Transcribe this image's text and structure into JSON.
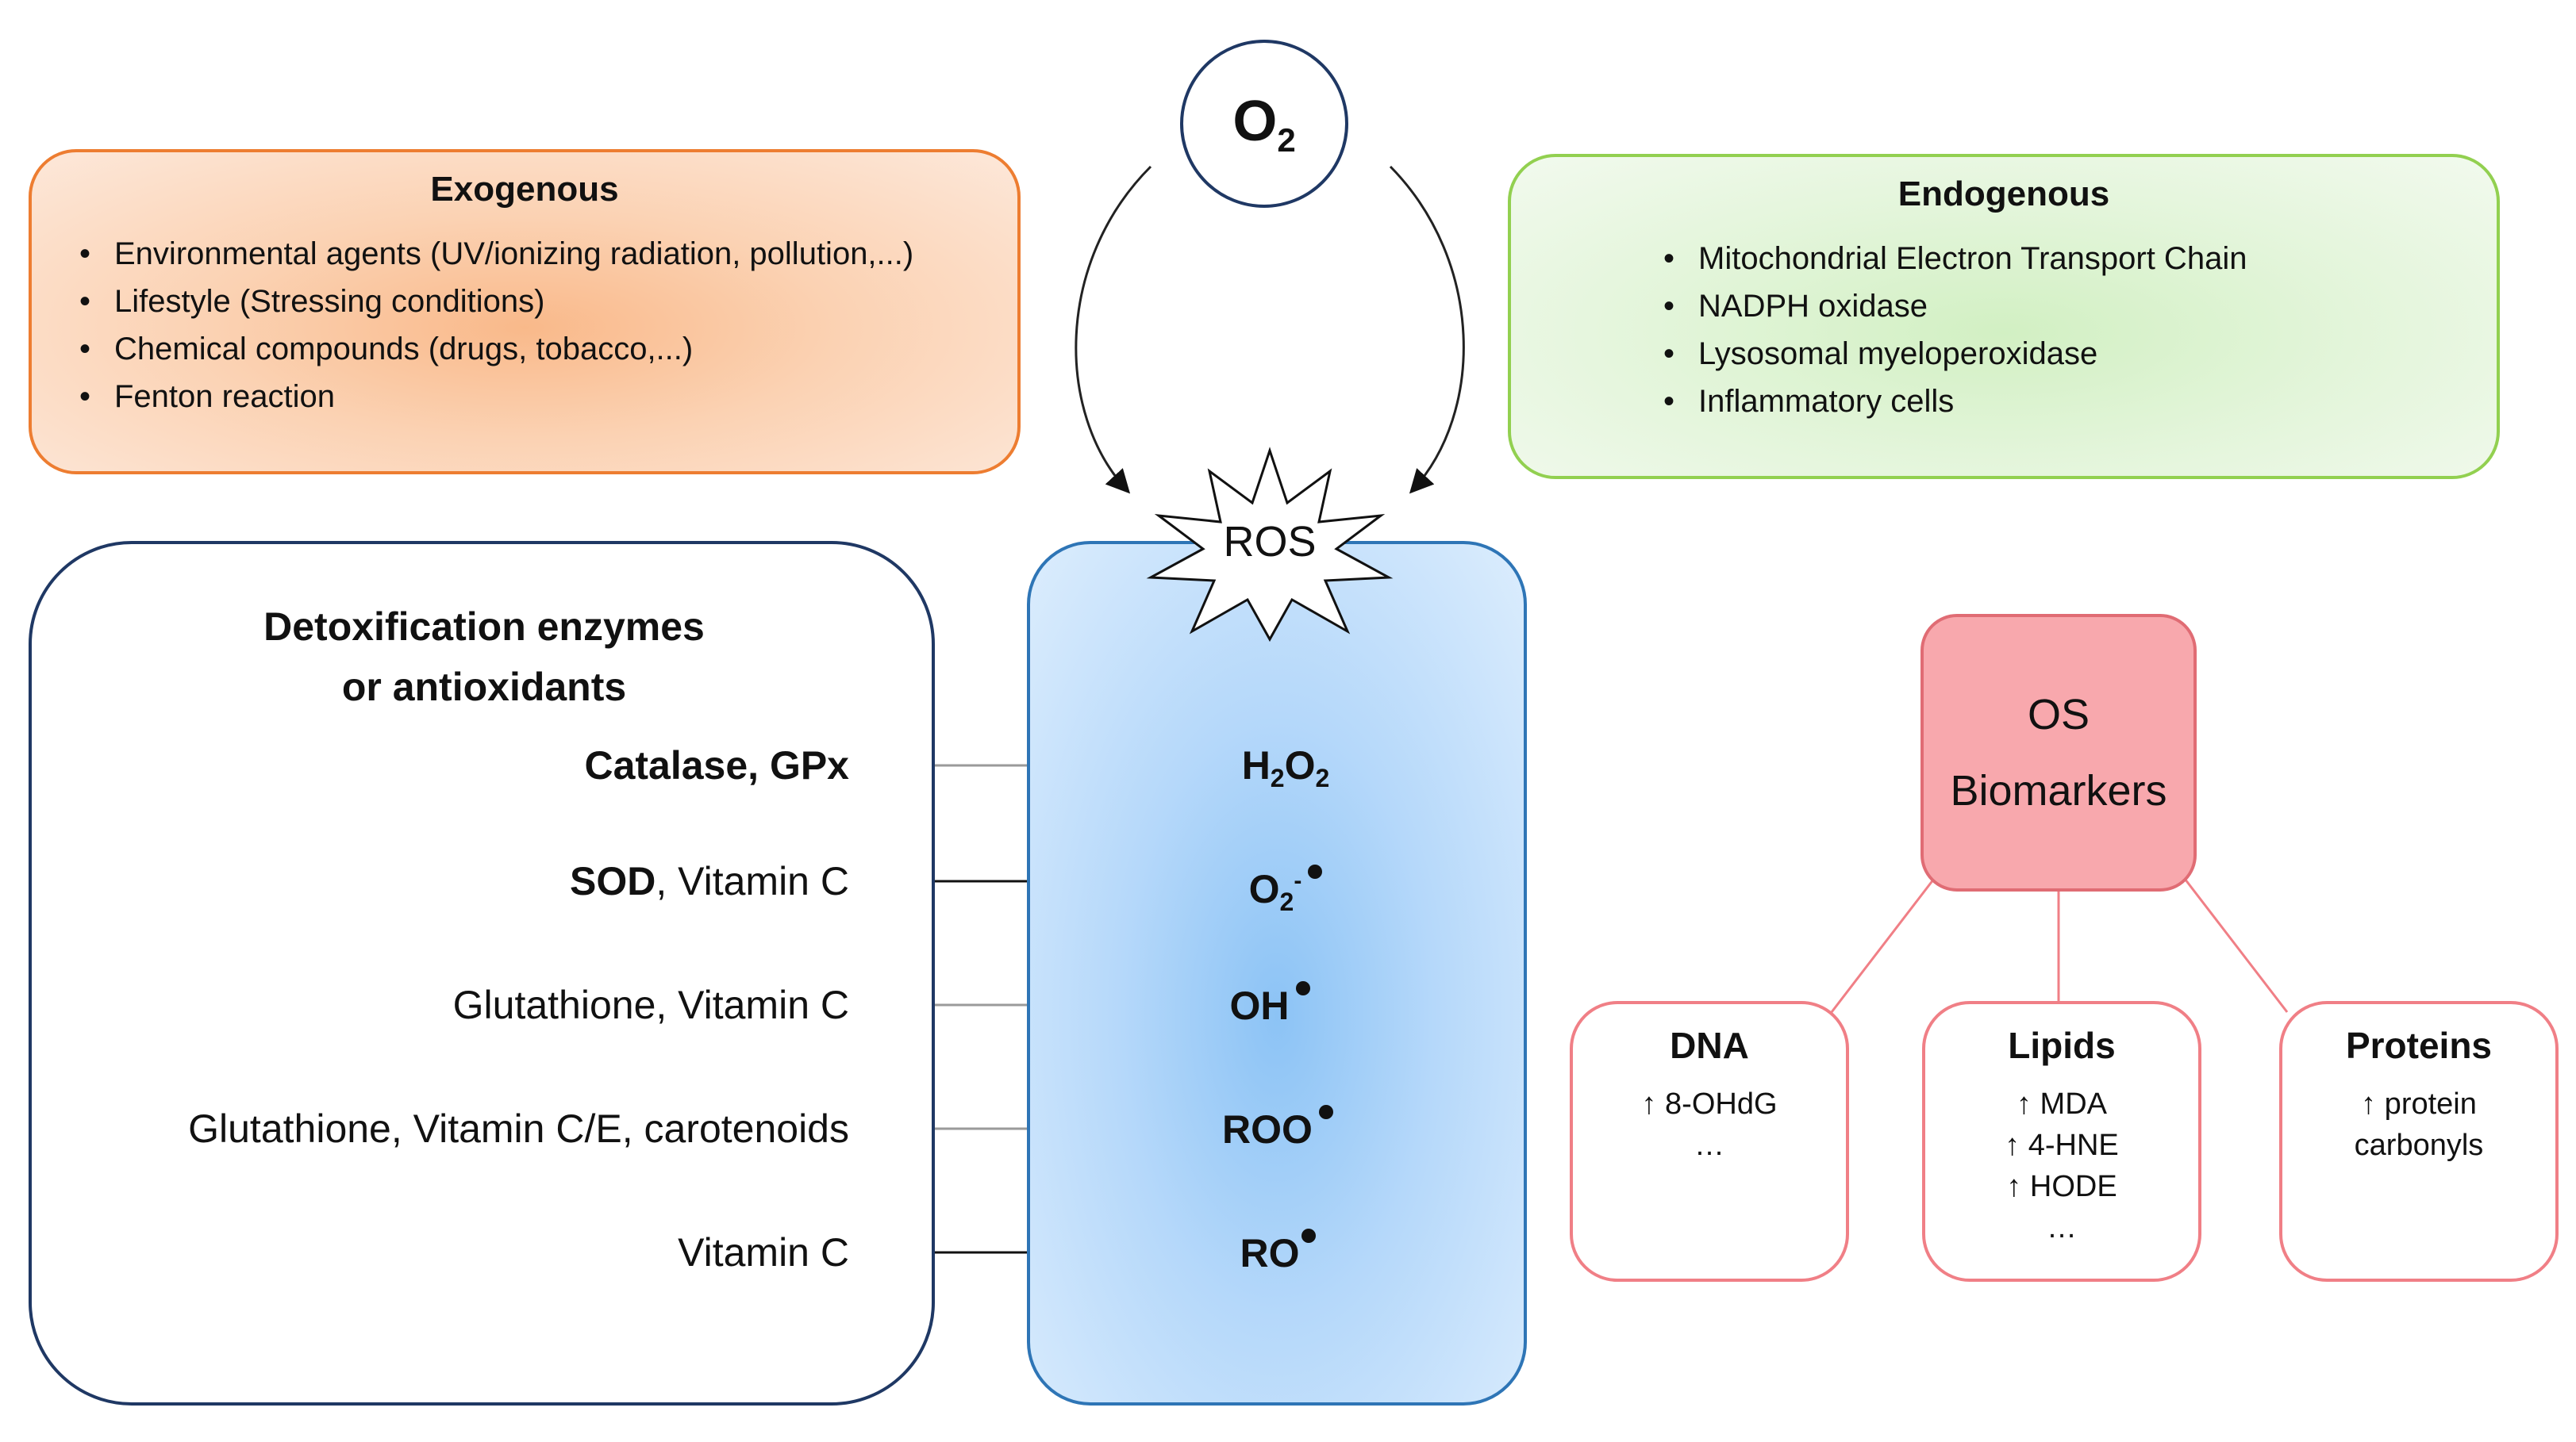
{
  "oxygen": {
    "base": "O",
    "subscript": "2"
  },
  "exogenous": {
    "title": "Exogenous",
    "items": [
      "Environmental agents (UV/ionizing radiation, pollution,...)",
      "Lifestyle (Stressing conditions)",
      "Chemical compounds (drugs, tobacco,...)",
      "Fenton reaction"
    ]
  },
  "endogenous": {
    "title": "Endogenous",
    "items": [
      "Mitochondrial Electron Transport Chain",
      "NADPH oxidase",
      "Lysosomal myeloperoxidase",
      "Inflammatory cells"
    ]
  },
  "ros": {
    "label": "ROS",
    "species": {
      "h2o2": {
        "a": "H",
        "sub1": "2",
        "b": "O",
        "sub2": "2"
      },
      "superoxide": {
        "base": "O",
        "sub": "2",
        "sup": "-"
      },
      "hydroxyl": {
        "base": "OH"
      },
      "peroxyl": {
        "base": "ROO"
      },
      "alkoxyl": {
        "base": "RO"
      }
    }
  },
  "detox": {
    "title_line1": "Detoxification enzymes",
    "title_line2": "or antioxidants",
    "rows": [
      {
        "bold": "Catalase, GPx",
        "rest": ""
      },
      {
        "bold": "SOD",
        "rest": ", Vitamin C"
      },
      {
        "bold": "",
        "rest": "Glutathione, Vitamin C"
      },
      {
        "bold": "",
        "rest": "Glutathione, Vitamin C/E, carotenoids"
      },
      {
        "bold": "",
        "rest": "Vitamin C"
      }
    ]
  },
  "biomarkers": {
    "line1": "OS",
    "line2": "Biomarkers",
    "dna": {
      "title": "DNA",
      "items": [
        "↑ 8-OHdG",
        "…"
      ]
    },
    "lipids": {
      "title": "Lipids",
      "items": [
        "↑ MDA",
        "↑ 4-HNE",
        "↑ HODE",
        "…"
      ]
    },
    "proteins": {
      "title": "Proteins",
      "items": [
        "↑ protein",
        "carbonyls"
      ]
    }
  },
  "colors": {
    "exogenous_border": "#ed7d31",
    "endogenous_border": "#92d050",
    "detox_border": "#1f3864",
    "ros_border": "#2e75b6",
    "biomarker_border": "#f07f86",
    "biomarker_fill": "#f8a8ad"
  }
}
